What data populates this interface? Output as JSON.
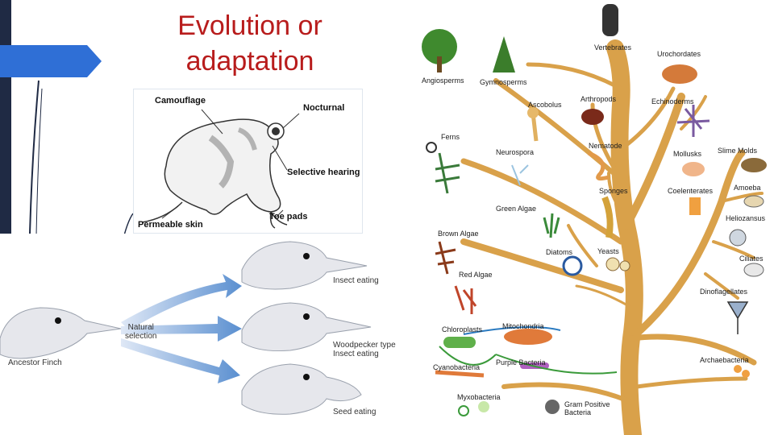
{
  "slide": {
    "title_line1": "Evolution or",
    "title_line2": "adaptation"
  },
  "frog": {
    "labels": [
      "Camouflage",
      "Nocturnal",
      "Selective hearing",
      "Permeable skin",
      "Toe pads"
    ]
  },
  "finch": {
    "ancestor": "Ancestor Finch",
    "selection_line1": "Natural",
    "selection_line2": "selection",
    "insect": "Insect eating",
    "woodpecker_line1": "Woodpecker type",
    "woodpecker_line2": "Insect eating",
    "seed": "Seed eating"
  },
  "tree": {
    "labels": [
      "Vertebrates",
      "Urochordates",
      "Angiosperms",
      "Gymnosperms",
      "Arthropods",
      "Echinoderms",
      "Ascobolus",
      "Ferns",
      "Nematode",
      "Mollusks",
      "Slime Molds",
      "Neurospora",
      "Green Algae",
      "Sponges",
      "Coelenterates",
      "Amoeba",
      "Heliozansus",
      "Brown Algae",
      "Diatoms",
      "Yeasts",
      "Ciliates",
      "Red Algae",
      "Dinoflagellates",
      "Chloroplasts",
      "Mitochondria",
      "Archaebacteria",
      "Purple Bacteria",
      "Cyanobacteria",
      "Myxobacteria",
      "Gram Positive",
      "Bacteria"
    ]
  },
  "colors": {
    "title": "#b81c1c",
    "accent_blue": "#2f6fd6",
    "navy": "#1f2a44",
    "trunk": "#d9a14a"
  }
}
